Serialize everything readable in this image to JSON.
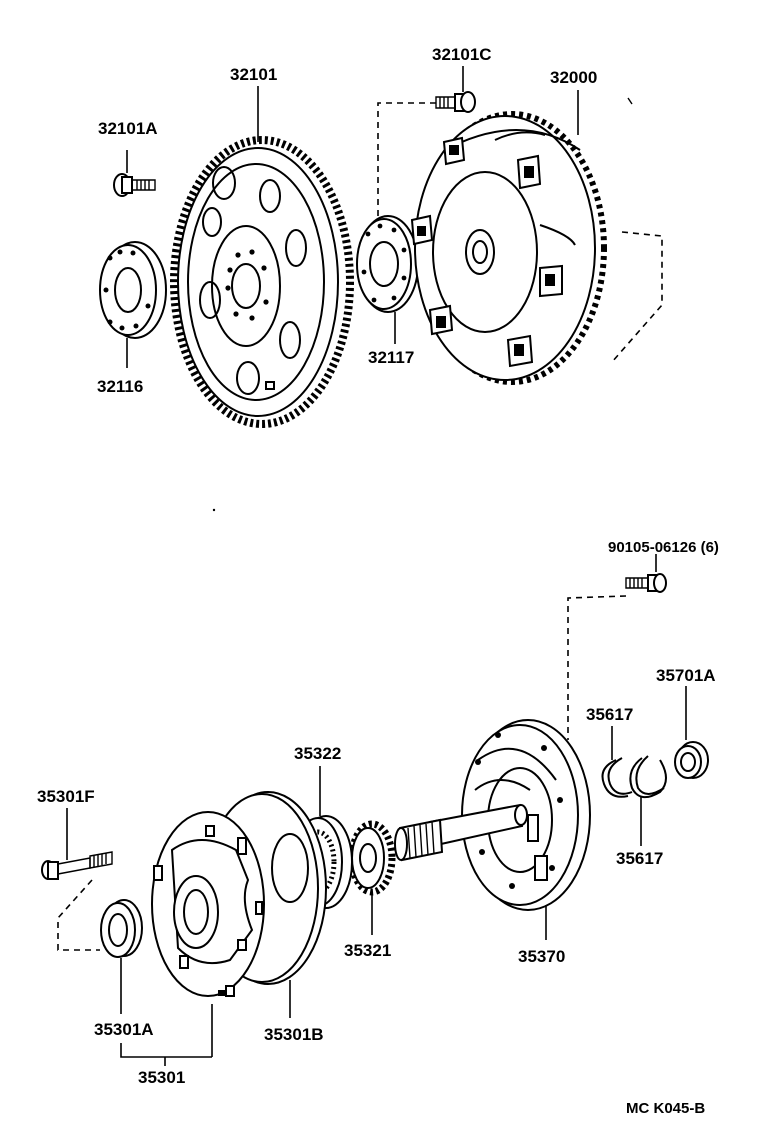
{
  "labels": {
    "p32101": "32101",
    "p32101C": "32101C",
    "p32000": "32000",
    "p32101A": "32101A",
    "p32116": "32116",
    "p32117": "32117",
    "p90105": "90105-06126 (6)",
    "p35701A": "35701A",
    "p35617_top": "35617",
    "p35617_bot": "35617",
    "p35322": "35322",
    "p35301F": "35301F",
    "p35321": "35321",
    "p35370": "35370",
    "p35301A": "35301A",
    "p35301B": "35301B",
    "p35301": "35301"
  },
  "footer": {
    "code": "MC K045-B"
  }
}
